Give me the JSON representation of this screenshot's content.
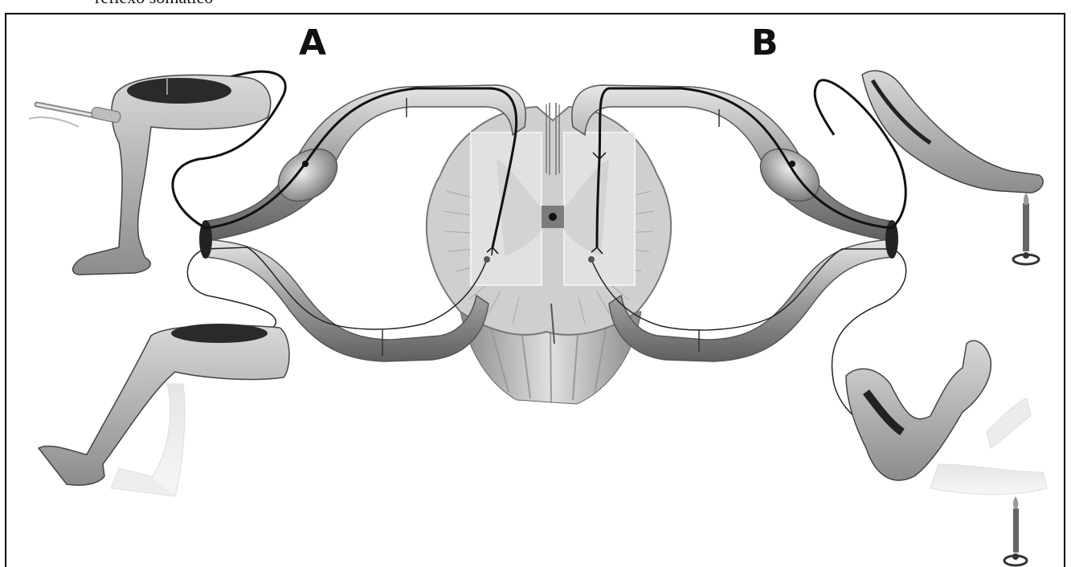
{
  "page": {
    "caption": "reflexo somático"
  },
  "labels": {
    "a": "A",
    "b": "B"
  },
  "colors": {
    "tissue": "#b9b9b9",
    "tissue_dark": "#7c7c7c",
    "nerve": "#111111",
    "overlay": "#dcdcdc",
    "outline": "#000000"
  },
  "icons": {
    "spinal_cord": "spinal-cord-icon",
    "leg_upper": "leg-icon",
    "leg_lower": "leg-icon",
    "arm_upper": "arm-icon",
    "arm_lower": "arm-icon",
    "hammer": "reflex-hammer-icon",
    "candle_upper": "candle-icon",
    "candle_lower": "candle-icon"
  }
}
